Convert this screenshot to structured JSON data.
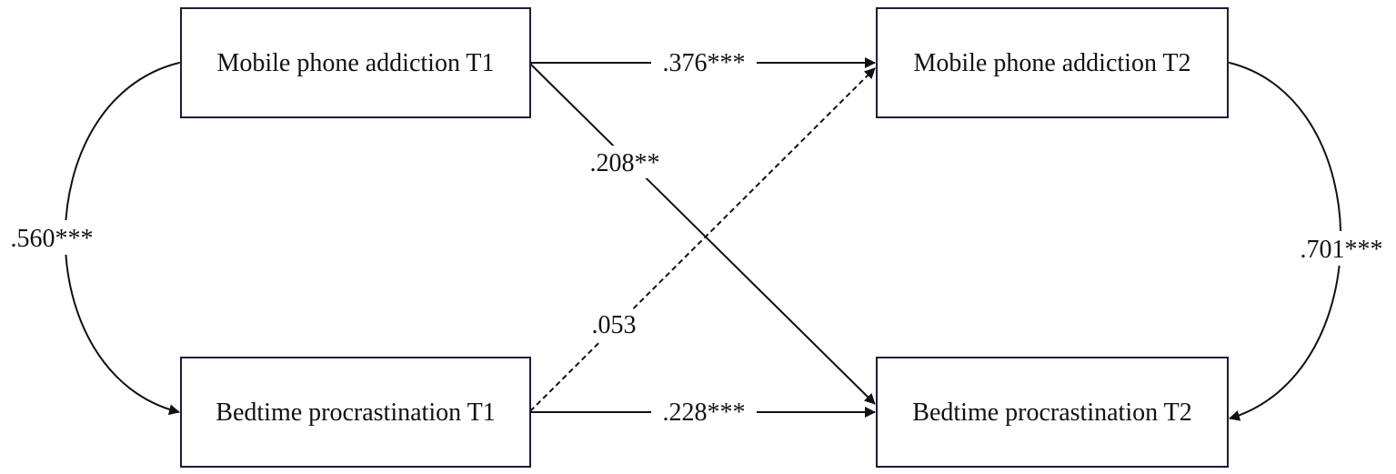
{
  "nodes": {
    "mpa_t1": "Mobile phone addiction T1",
    "bp_t1": "Bedtime procrastination T1",
    "mpa_t2": "Mobile phone addiction T2",
    "bp_t2": "Bedtime procrastination T2"
  },
  "paths": {
    "mpa_t1_to_mpa_t2": ".376***",
    "mpa_t1_to_bp_t2": ".208**",
    "bp_t1_to_mpa_t2": ".053",
    "bp_t1_to_bp_t2": ".228***",
    "t1_covariance": ".560***",
    "t2_covariance": ".701***"
  },
  "styles": {
    "line_color": "#111111",
    "box_border_color": "#1c1c3a"
  }
}
